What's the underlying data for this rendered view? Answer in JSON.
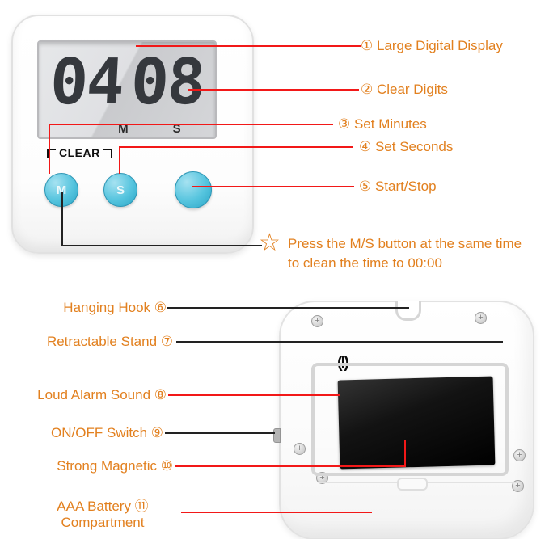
{
  "front": {
    "display": {
      "minutes": "04",
      "seconds": "08",
      "m_marker": "M",
      "s_marker": "S"
    },
    "clear_label": "CLEAR",
    "buttons": {
      "m": "M",
      "s": "S"
    },
    "annotations": [
      {
        "text": "① Large Digital Display"
      },
      {
        "text": "② Clear Digits"
      },
      {
        "text": "③ Set Minutes"
      },
      {
        "text": "④ Set Seconds"
      },
      {
        "text": "⑤ Start/Stop"
      }
    ],
    "star_note": {
      "icon": "☆",
      "line1": "Press the M/S button at the same time",
      "line2": "to clean the time to 00:00"
    }
  },
  "back": {
    "sound_symbol": "(I)",
    "annotations": [
      {
        "text": "Hanging Hook ⑥"
      },
      {
        "text": "Retractable Stand ⑦"
      },
      {
        "text": "Loud Alarm Sound ⑧"
      },
      {
        "text": "ON/OFF Switch ⑨"
      },
      {
        "text": "Strong Magnetic ⑩"
      },
      {
        "text": "AAA Battery ⑪",
        "text2": "Compartment"
      }
    ]
  },
  "colors": {
    "annotation_text": "#E2801F",
    "connector_red": "#F21818",
    "connector_dark": "#222222",
    "button_blue": "#49BEDC",
    "lcd_gray": "#D8D9DC",
    "magnet_black": "#111111"
  }
}
